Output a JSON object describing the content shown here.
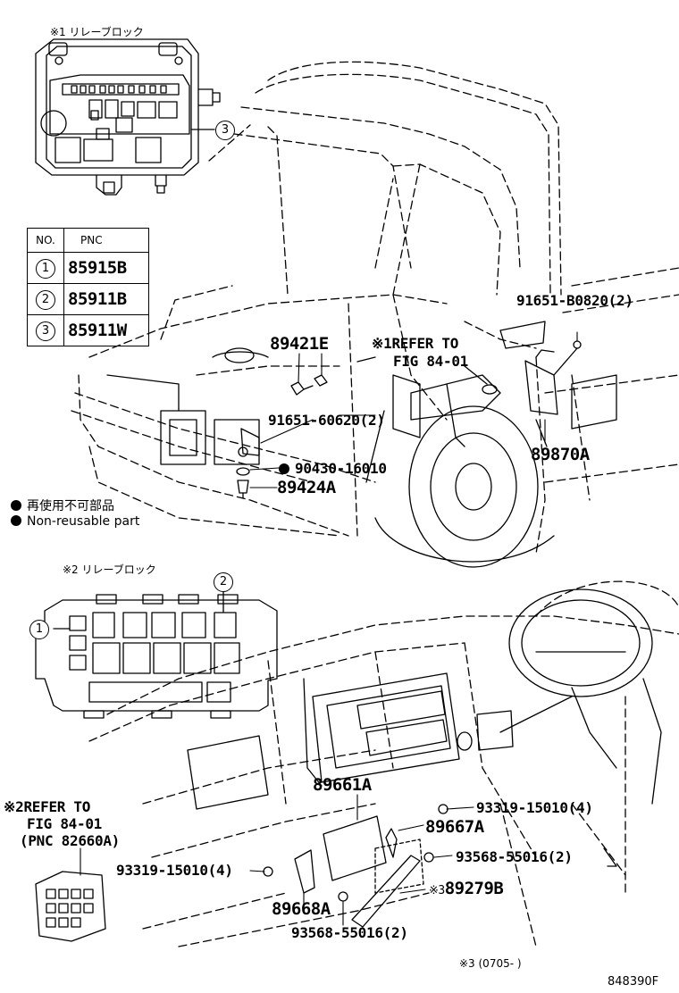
{
  "relay_block_1": {
    "caption": "※1 リレーブロック",
    "callout": "3"
  },
  "relay_block_2": {
    "caption": "※2 リレーブロック",
    "callout_1": "1",
    "callout_2": "2"
  },
  "pnc_table": {
    "header_no": "NO.",
    "header_pnc": "PNC",
    "rows": [
      {
        "no": "1",
        "pnc": "85915B"
      },
      {
        "no": "2",
        "pnc": "85911B"
      },
      {
        "no": "3",
        "pnc": "85911W"
      }
    ]
  },
  "legend": {
    "jp": "再使用不可部品",
    "en": "Non-reusable part"
  },
  "labels": {
    "p91651_b0820": "91651-B0820(2)",
    "p89421e": "89421E",
    "refer1_a": "※1REFER TO",
    "refer1_b": "FIG 84-01",
    "p91651_60620": "91651-60620(2)",
    "p89870a": "89870A",
    "p90430": "90430-16010",
    "p89424a": "89424A",
    "p89661a": "89661A",
    "p93319_r": "93319-15010(4)",
    "p89667a": "89667A",
    "refer2_a": "※2REFER TO",
    "refer2_b": "FIG 84-01",
    "refer2_c": "(PNC 82660A)",
    "p93319_l": "93319-15010(4)",
    "p93568_r": "93568-55016(2)",
    "p89279b_mark": "※3",
    "p89279b": "89279B",
    "p89668a": "89668A",
    "p93568_b": "93568-55016(2)",
    "footnote": "※3 (0705-      )",
    "fig_id": "848390F"
  }
}
